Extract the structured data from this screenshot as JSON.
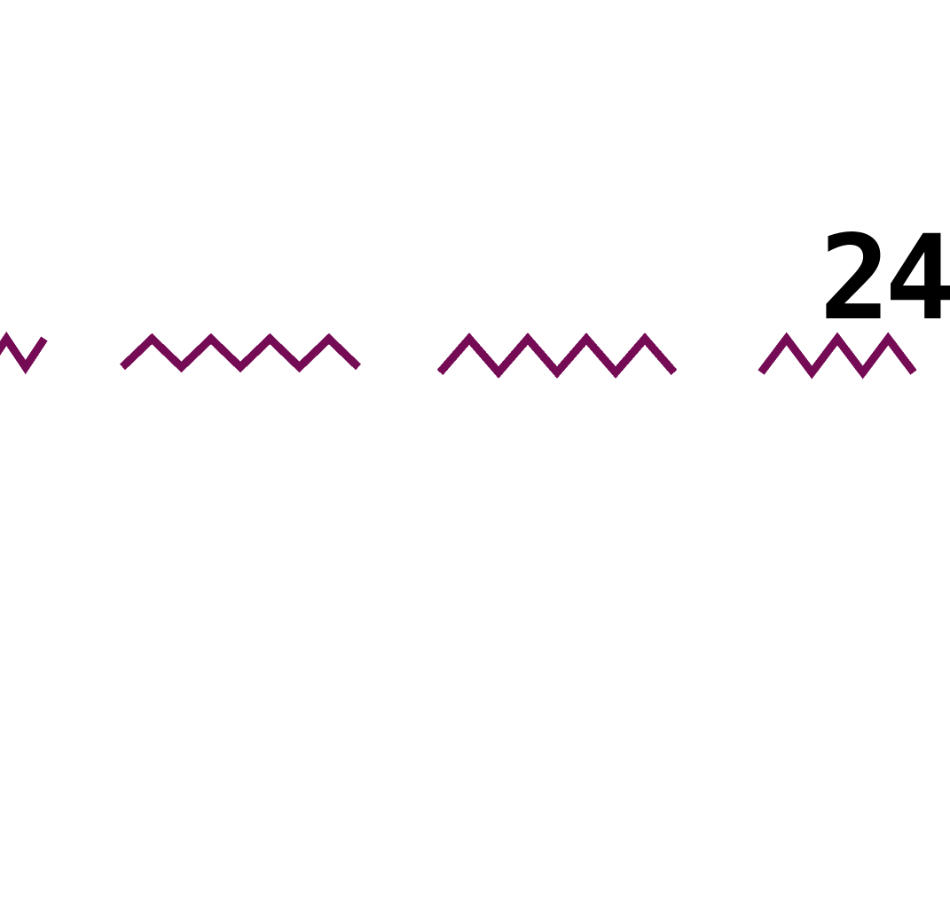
{
  "label": {
    "text": "24"
  },
  "colors": {
    "background": "#ffffff",
    "wave": "#760b55",
    "text": "#000000"
  },
  "wave_groups": [
    {
      "cycles": 1.3
    },
    {
      "cycles": 4
    },
    {
      "cycles": 4
    },
    {
      "cycles": 3.2
    }
  ]
}
